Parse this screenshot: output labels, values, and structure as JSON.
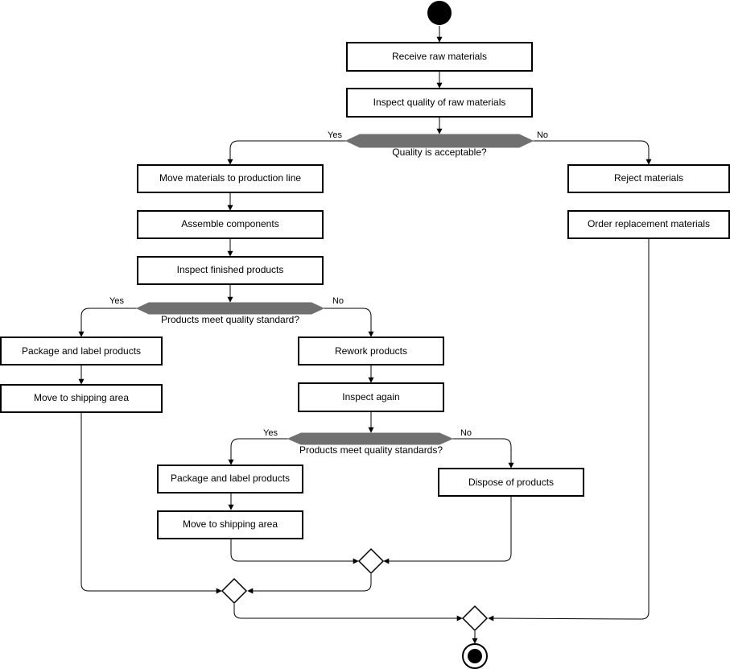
{
  "nodes": {
    "receive": "Receive raw materials",
    "inspect_raw": "Inspect quality of raw materials",
    "move_production": "Move materials to production line",
    "assemble": "Assemble components",
    "inspect_finished": "Inspect finished products",
    "package1": "Package and label products",
    "ship1": "Move to shipping area",
    "rework": "Rework products",
    "inspect_again": "Inspect again",
    "package2": "Package and label products",
    "ship2": "Move to shipping area",
    "dispose": "Dispose of products",
    "reject": "Reject materials",
    "order": "Order replacement materials"
  },
  "decisions": {
    "d1": "Quality is acceptable?",
    "d2": "Products meet quality standard?",
    "d3": "Products meet quality standards?"
  },
  "guards": {
    "d1_yes": "Yes",
    "d1_no": "No",
    "d2_yes": "Yes",
    "d2_no": "No",
    "d3_yes": "Yes",
    "d3_no": "No"
  }
}
